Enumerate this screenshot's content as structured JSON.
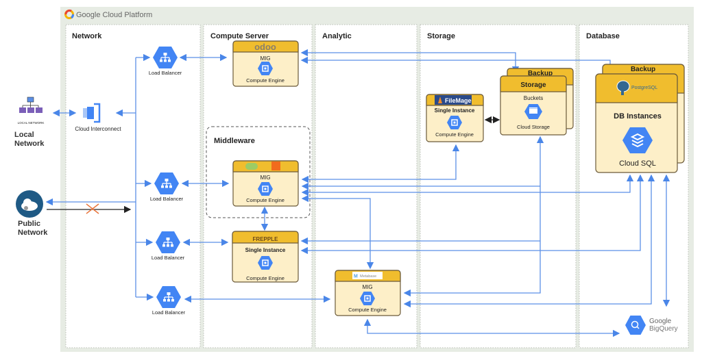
{
  "platform": {
    "title": "Google Cloud Platform"
  },
  "columns": [
    "Network",
    "Compute Server",
    "Analytic",
    "Storage",
    "Database"
  ],
  "external": {
    "local_network_icon_label": "LOCAL NETWORK",
    "local_network": [
      "Local",
      "Network"
    ],
    "public_network": [
      "Public",
      "Network"
    ]
  },
  "network": {
    "cloud_interconnect": "Cloud Interconnect",
    "load_balancer": "Load Balancer"
  },
  "compute": {
    "odoo_logo": "odoo",
    "mig": "MIG",
    "compute_engine": "Compute Engine",
    "middleware": "Middleware",
    "frepple_logo": "FREPPLE",
    "single_instance": "Single Instance"
  },
  "analytic": {
    "metabase_logo": "Metabase",
    "mig": "MIG",
    "compute_engine": "Compute Engine"
  },
  "storage": {
    "filemage_logo": "FileMage",
    "single_instance": "Single Instance",
    "compute_engine": "Compute Engine",
    "backup": "Backup",
    "storage_title": "Storage",
    "buckets": "Buckets",
    "cloud_storage": "Cloud Storage"
  },
  "database": {
    "backup": "Backup",
    "postgres_logo": "PostgreSQL",
    "db_instances": "DB Instances",
    "cloud_sql": "Cloud SQL",
    "bigquery": [
      "Google",
      "BigQuery"
    ]
  },
  "colors": {
    "accent": "#4285f4",
    "header": "#f0bd2e",
    "box": "#fdefc8",
    "arrow": "#5b8fe6",
    "blocked": "#e8743b"
  }
}
